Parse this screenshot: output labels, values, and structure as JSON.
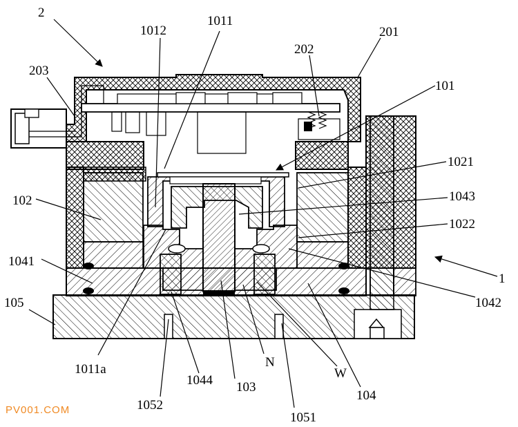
{
  "figure": {
    "labels": {
      "l2": "2",
      "l1012": "1012",
      "l1011": "1011",
      "l201": "201",
      "l202": "202",
      "l203": "203",
      "l101": "101",
      "l1021": "1021",
      "l102": "102",
      "l1043": "1043",
      "l1022": "1022",
      "l1041": "1041",
      "l1": "1",
      "l105": "105",
      "l1042": "1042",
      "l1011a": "1011a",
      "l1044": "1044",
      "l103": "103",
      "lN": "N",
      "lW": "W",
      "l104": "104",
      "l1052": "1052",
      "l1051": "1051"
    },
    "watermark": "PV001.COM",
    "colors": {
      "line": "#000000",
      "background": "#ffffff",
      "watermark": "#f08a24"
    }
  }
}
